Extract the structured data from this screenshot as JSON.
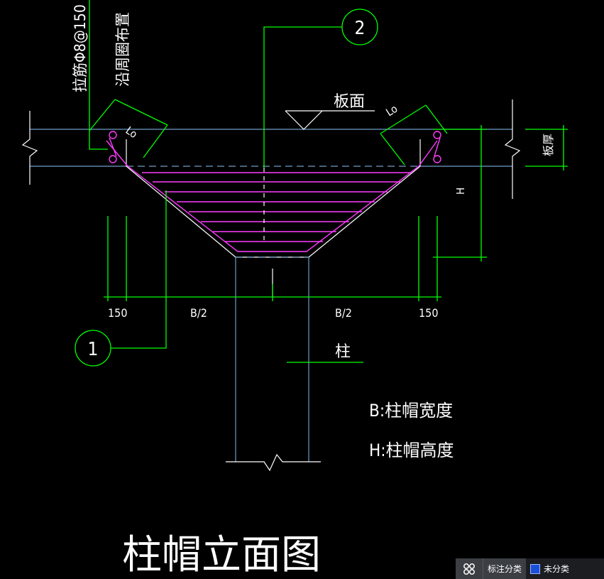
{
  "drawing": {
    "top_rebar_label_1": "拉筋Φ8@150",
    "top_rebar_label_2": "沿周圈布置",
    "balloon_1": "1",
    "balloon_2": "2",
    "slab_face_label": "板面",
    "lo_left": "Lo",
    "lo_right": "Lo",
    "slab_thickness_label": "板厚",
    "height_label": "H",
    "dim_left_150": "150",
    "dim_left_b2": "B/2",
    "dim_right_b2": "B/2",
    "dim_right_150": "150",
    "column_label": "柱",
    "legend_b": "B:柱帽宽度",
    "legend_h": "H:柱帽高度",
    "title": "柱帽立面图"
  },
  "status_bar": {
    "category_label": "标注分类",
    "current_label": "未分类",
    "swatch_color": "#1a4fd8",
    "icon": "grid-icon"
  }
}
